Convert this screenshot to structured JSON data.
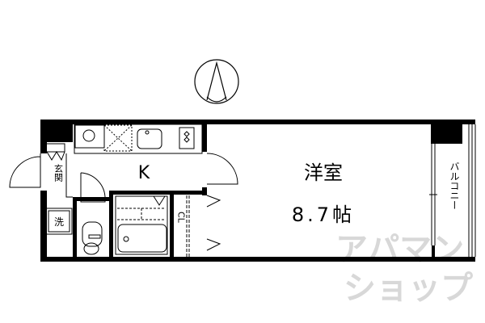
{
  "compass": {
    "icon": "north-arrow-icon"
  },
  "rooms": {
    "kitchen": "K",
    "entrance": "玄関",
    "washer": "洗",
    "closet": "CL",
    "western_room": "洋室",
    "western_room_size": "8.7帖",
    "balcony": "バルコニー"
  },
  "watermark": {
    "line1": "アパマン",
    "line2": "ショップ"
  },
  "colors": {
    "wall": "#000000",
    "watermark": "#d8d8d8"
  }
}
